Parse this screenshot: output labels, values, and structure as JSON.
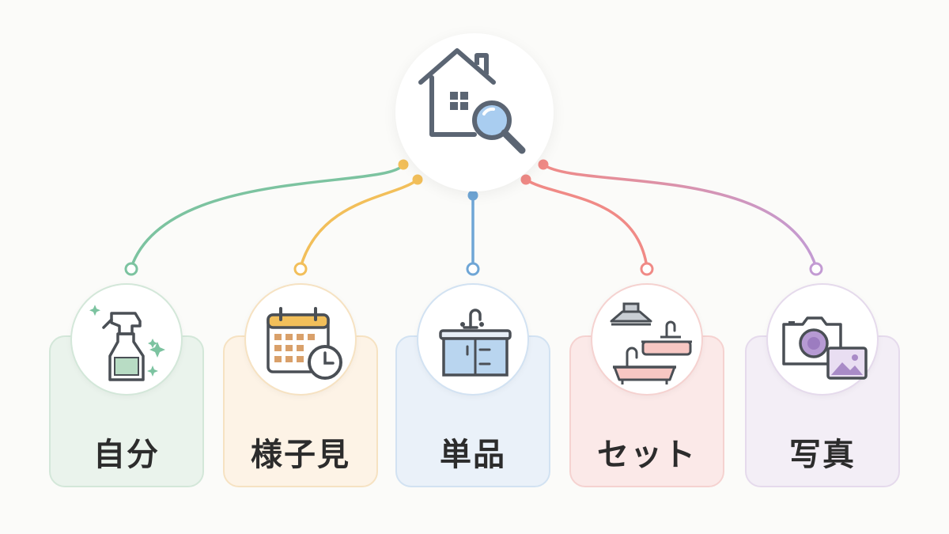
{
  "hub": {
    "icon": "house-search-icon"
  },
  "branches": [
    {
      "id": "self",
      "label": "自分",
      "icon": "spray-bottle-icon",
      "color": "#7cc3a0",
      "card_bg": "#eaf3ec",
      "card_border": "#d3e7d9"
    },
    {
      "id": "wait",
      "label": "様子見",
      "icon": "calendar-clock-icon",
      "color": "#f2bf5a",
      "card_bg": "#fdf3e6",
      "card_border": "#f6e2c2"
    },
    {
      "id": "single",
      "label": "単品",
      "icon": "sink-cabinet-icon",
      "color": "#6fa6d6",
      "card_bg": "#eaf1f9",
      "card_border": "#d2e2f2"
    },
    {
      "id": "set",
      "label": "セット",
      "icon": "kitchen-bath-set-icon",
      "color": "#f08a86",
      "card_bg": "#fbe9e8",
      "card_border": "#f5d2d0"
    },
    {
      "id": "photo",
      "label": "写真",
      "icon": "camera-photo-icon",
      "color": "#c39bd3",
      "card_bg": "#f3eef6",
      "card_border": "#e5daec"
    }
  ]
}
